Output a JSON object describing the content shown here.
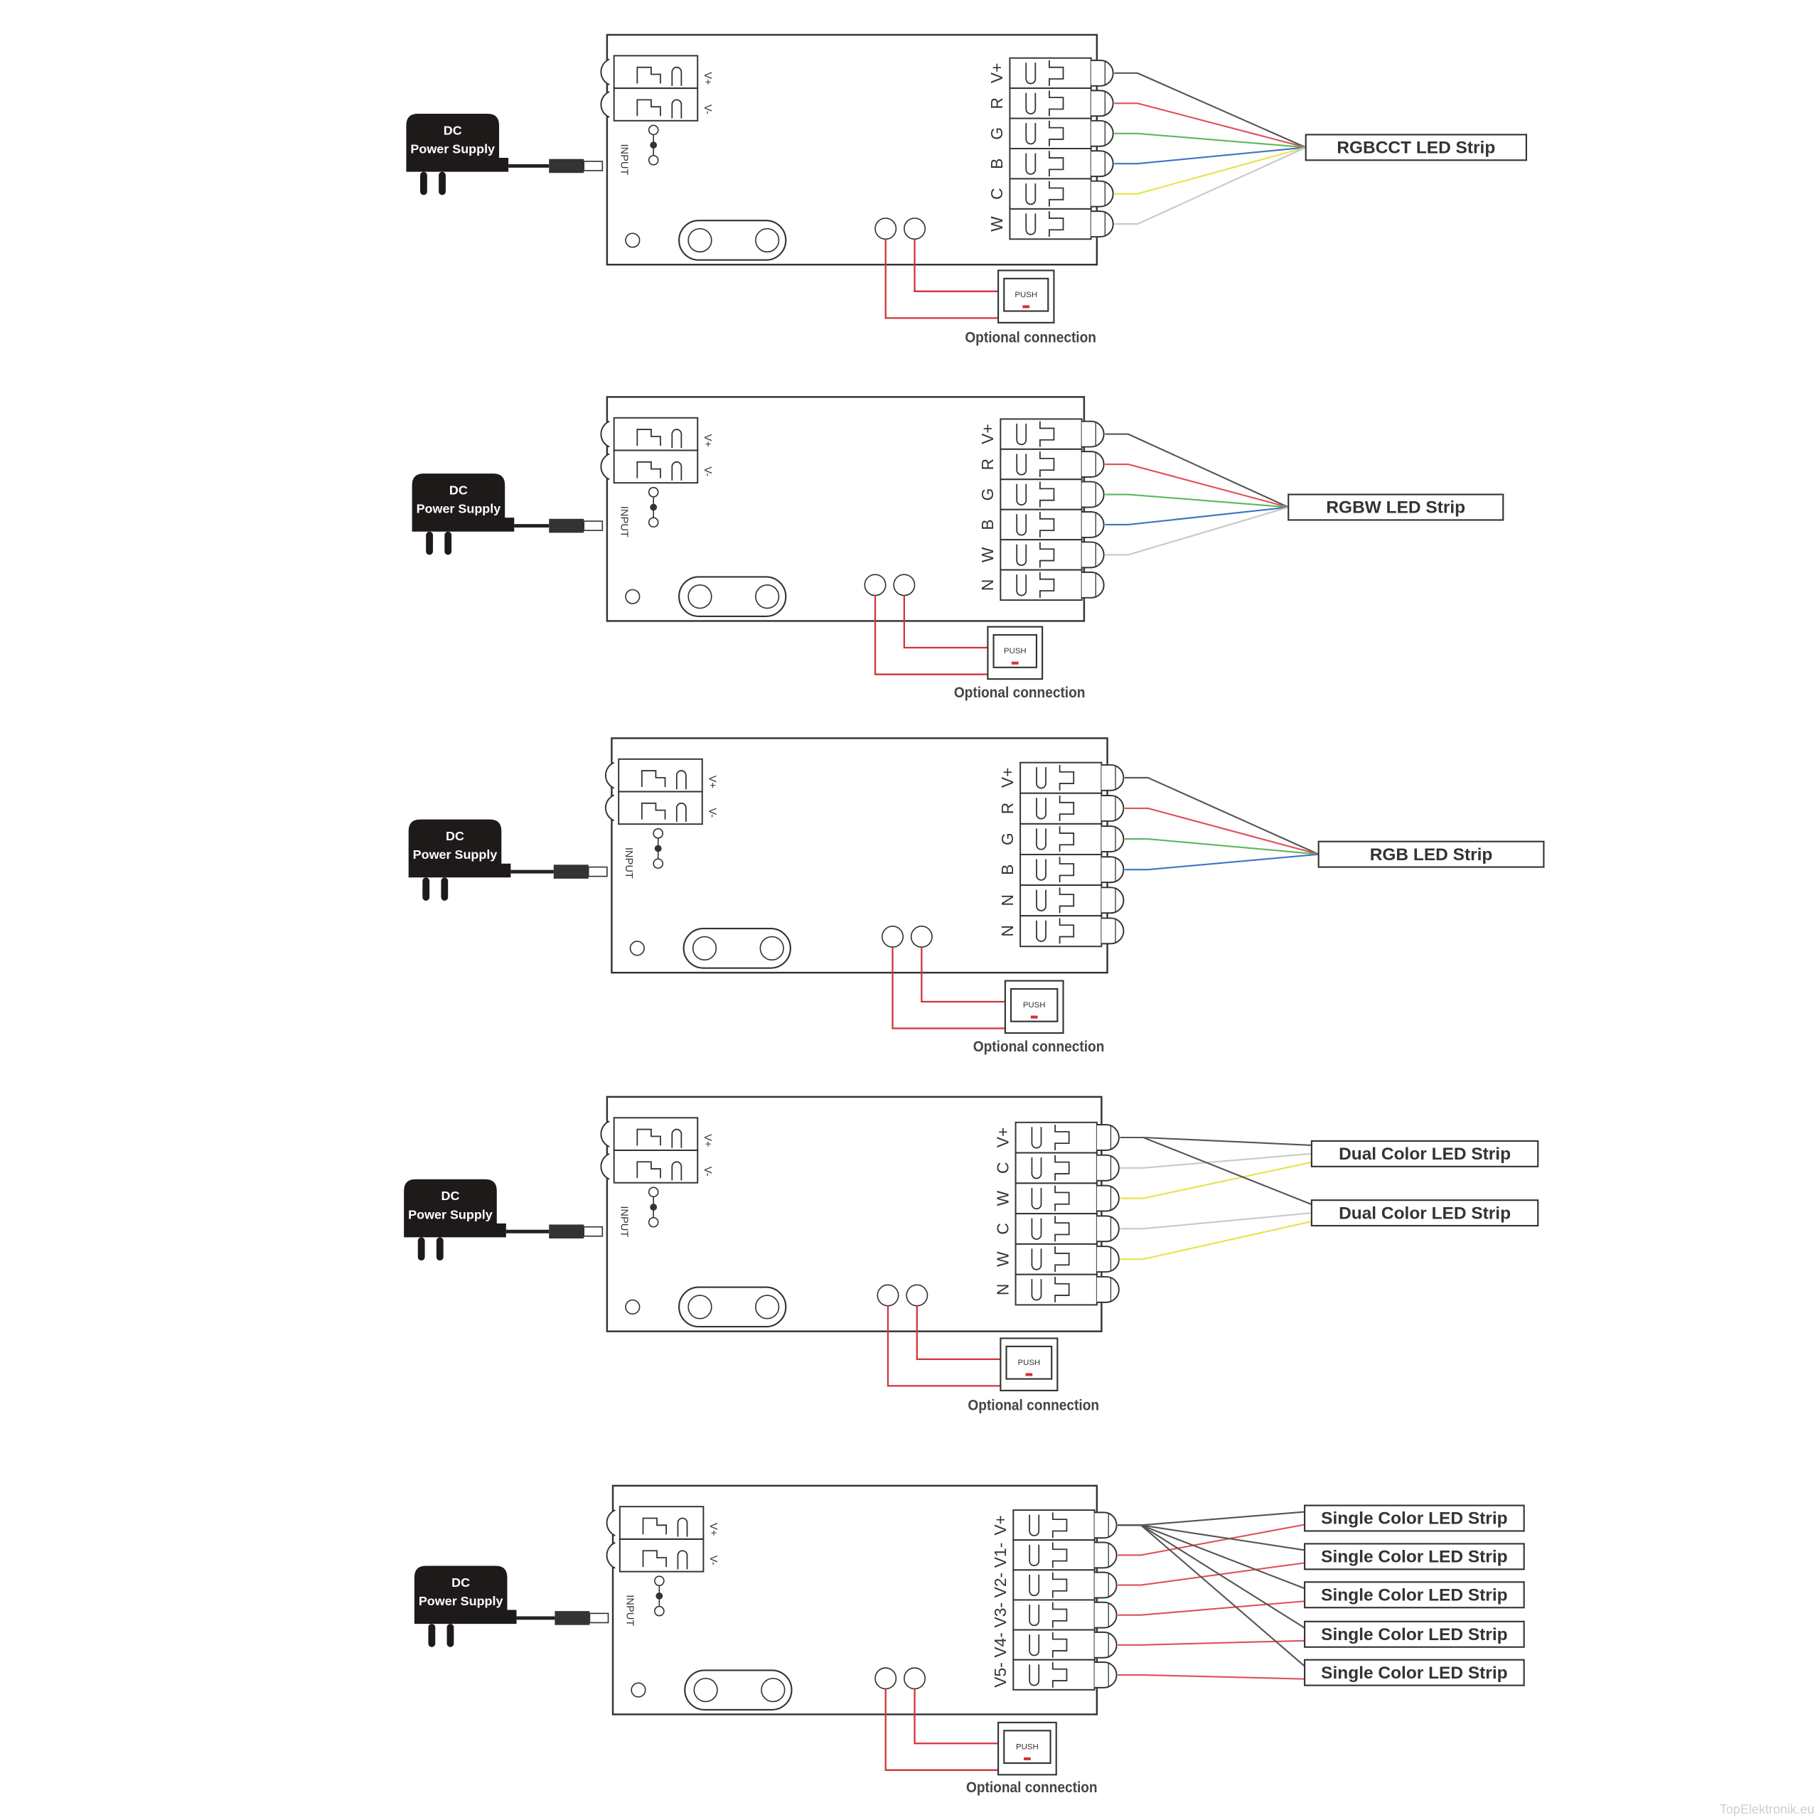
{
  "diagrams": [
    {
      "id": "rgbcct",
      "power_supply": {
        "line1": "DC",
        "line2": "Power Supply"
      },
      "input_label": "INPUT",
      "input_terminals": [
        "V+",
        "V-"
      ],
      "output_terminals": [
        "V+",
        "R",
        "G",
        "B",
        "C",
        "W"
      ],
      "strips": [
        {
          "label": "RGBCCT LED Strip",
          "wires": [
            {
              "from": "V+",
              "color": "#555555"
            },
            {
              "from": "R",
              "color": "#e0505a"
            },
            {
              "from": "G",
              "color": "#5cb85c"
            },
            {
              "from": "B",
              "color": "#3f73c4"
            },
            {
              "from": "C",
              "color": "#e6e34a"
            },
            {
              "from": "W",
              "color": "#c8c8c8"
            }
          ]
        }
      ],
      "push_button": {
        "label": "PUSH"
      },
      "optional_label": "Optional connection"
    },
    {
      "id": "rgbw",
      "power_supply": {
        "line1": "DC",
        "line2": "Power Supply"
      },
      "input_label": "INPUT",
      "input_terminals": [
        "V+",
        "V-"
      ],
      "output_terminals": [
        "V+",
        "R",
        "G",
        "B",
        "W",
        "N"
      ],
      "strips": [
        {
          "label": "RGBW LED Strip",
          "wires": [
            {
              "from": "V+",
              "color": "#555555"
            },
            {
              "from": "R",
              "color": "#e0505a"
            },
            {
              "from": "G",
              "color": "#5cb85c"
            },
            {
              "from": "B",
              "color": "#3f73c4"
            },
            {
              "from": "W",
              "color": "#c8c8c8"
            }
          ]
        }
      ],
      "push_button": {
        "label": "PUSH"
      },
      "optional_label": "Optional connection"
    },
    {
      "id": "rgb",
      "power_supply": {
        "line1": "DC",
        "line2": "Power Supply"
      },
      "input_label": "INPUT",
      "input_terminals": [
        "V+",
        "V-"
      ],
      "output_terminals": [
        "V+",
        "R",
        "G",
        "B",
        "N",
        "N"
      ],
      "strips": [
        {
          "label": "RGB LED Strip",
          "wires": [
            {
              "from": "V+",
              "color": "#555555"
            },
            {
              "from": "R",
              "color": "#e0505a"
            },
            {
              "from": "G",
              "color": "#5cb85c"
            },
            {
              "from": "B",
              "color": "#3f73c4"
            }
          ]
        }
      ],
      "push_button": {
        "label": "PUSH"
      },
      "optional_label": "Optional connection"
    },
    {
      "id": "dual",
      "power_supply": {
        "line1": "DC",
        "line2": "Power Supply"
      },
      "input_label": "INPUT",
      "input_terminals": [
        "V+",
        "V-"
      ],
      "output_terminals": [
        "V+",
        "C",
        "W",
        "C",
        "W",
        "N"
      ],
      "strips": [
        {
          "label": "Dual Color LED Strip",
          "wires": [
            {
              "from": "V+",
              "color": "#555555"
            },
            {
              "from": "C",
              "color": "#c8c8c8"
            },
            {
              "from": "W",
              "color": "#e6e34a"
            }
          ]
        },
        {
          "label": "Dual Color LED Strip",
          "wires": [
            {
              "from": "V+",
              "color": "#555555"
            },
            {
              "from": "C",
              "color": "#c8c8c8"
            },
            {
              "from": "W",
              "color": "#e6e34a"
            }
          ]
        }
      ],
      "push_button": {
        "label": "PUSH"
      },
      "optional_label": "Optional connection"
    },
    {
      "id": "single",
      "power_supply": {
        "line1": "DC",
        "line2": "Power Supply"
      },
      "input_label": "INPUT",
      "input_terminals": [
        "V+",
        "V-"
      ],
      "output_terminals": [
        "V+",
        "V1-",
        "V2-",
        "V3-",
        "V4-",
        "V5-"
      ],
      "strips": [
        {
          "label": "Single Color LED Strip",
          "wires": [
            {
              "from": "V+",
              "color": "#555555"
            },
            {
              "from": "V1-",
              "color": "#e0505a"
            }
          ]
        },
        {
          "label": "Single Color LED Strip",
          "wires": [
            {
              "from": "V+",
              "color": "#555555"
            },
            {
              "from": "V2-",
              "color": "#e0505a"
            }
          ]
        },
        {
          "label": "Single Color LED Strip",
          "wires": [
            {
              "from": "V+",
              "color": "#555555"
            },
            {
              "from": "V3-",
              "color": "#e0505a"
            }
          ]
        },
        {
          "label": "Single Color LED Strip",
          "wires": [
            {
              "from": "V+",
              "color": "#555555"
            },
            {
              "from": "V4-",
              "color": "#e0505a"
            }
          ]
        },
        {
          "label": "Single Color LED Strip",
          "wires": [
            {
              "from": "V+",
              "color": "#555555"
            },
            {
              "from": "V5-",
              "color": "#e0505a"
            }
          ]
        }
      ],
      "push_button": {
        "label": "PUSH"
      },
      "optional_label": "Optional connection"
    }
  ],
  "colors": {
    "outline": "#333333",
    "power_supply_fill": "#1e1a1a",
    "push_wire": "#d0343a",
    "push_dot": "#d0343a"
  },
  "watermark": "TopElektronik.eu"
}
